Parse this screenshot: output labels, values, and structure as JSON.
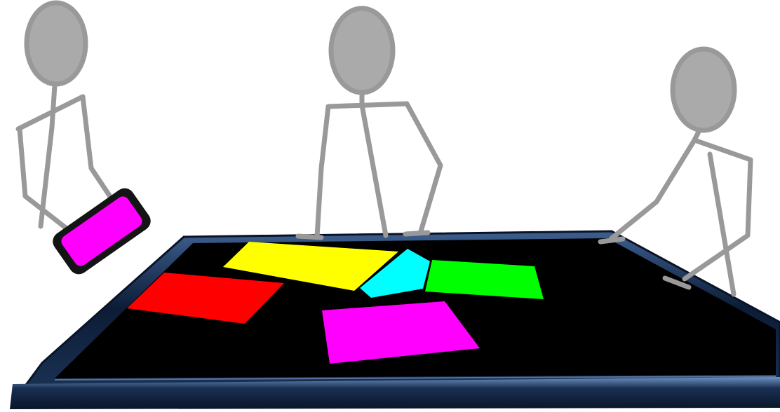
{
  "scene": {
    "background": "#ffffff",
    "figure_color": "#999999",
    "figure_head_fill": "#aaaaaa",
    "table": {
      "surface_color": "#000000",
      "frame_color": "#0b1a30",
      "frame_highlight": "#5a7fb0"
    },
    "tablet": {
      "body_color": "#141414",
      "screen_color": "#ff00ff"
    },
    "cards": [
      {
        "name": "yellow-card",
        "color": "#ffff00"
      },
      {
        "name": "red-card",
        "color": "#ff0000"
      },
      {
        "name": "cyan-card",
        "color": "#00ffff"
      },
      {
        "name": "green-card",
        "color": "#00ff00"
      },
      {
        "name": "magenta-card",
        "color": "#ff00ff"
      }
    ],
    "people": [
      {
        "name": "person-left",
        "holding": "tablet"
      },
      {
        "name": "person-center",
        "holding": "none"
      },
      {
        "name": "person-right",
        "holding": "none"
      }
    ]
  }
}
